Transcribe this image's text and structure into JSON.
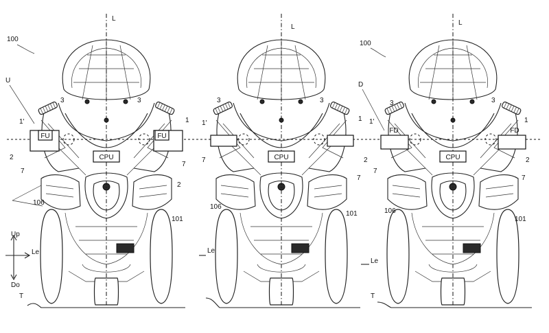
{
  "figure": {
    "ref_main_left": "100",
    "ref_main_right": "100",
    "ref_u": "U",
    "ref_d_right": "D",
    "axis_l": "L",
    "label_t": "T",
    "label_up": "Up",
    "label_do": "Do",
    "label_le": "Le",
    "cpu": "CPU",
    "fu": "FU",
    "fd": "FD",
    "n1": "1",
    "n1p": "1'",
    "n2": "2",
    "n3": "3",
    "n7": "7",
    "n101": "101",
    "n106": "106"
  }
}
